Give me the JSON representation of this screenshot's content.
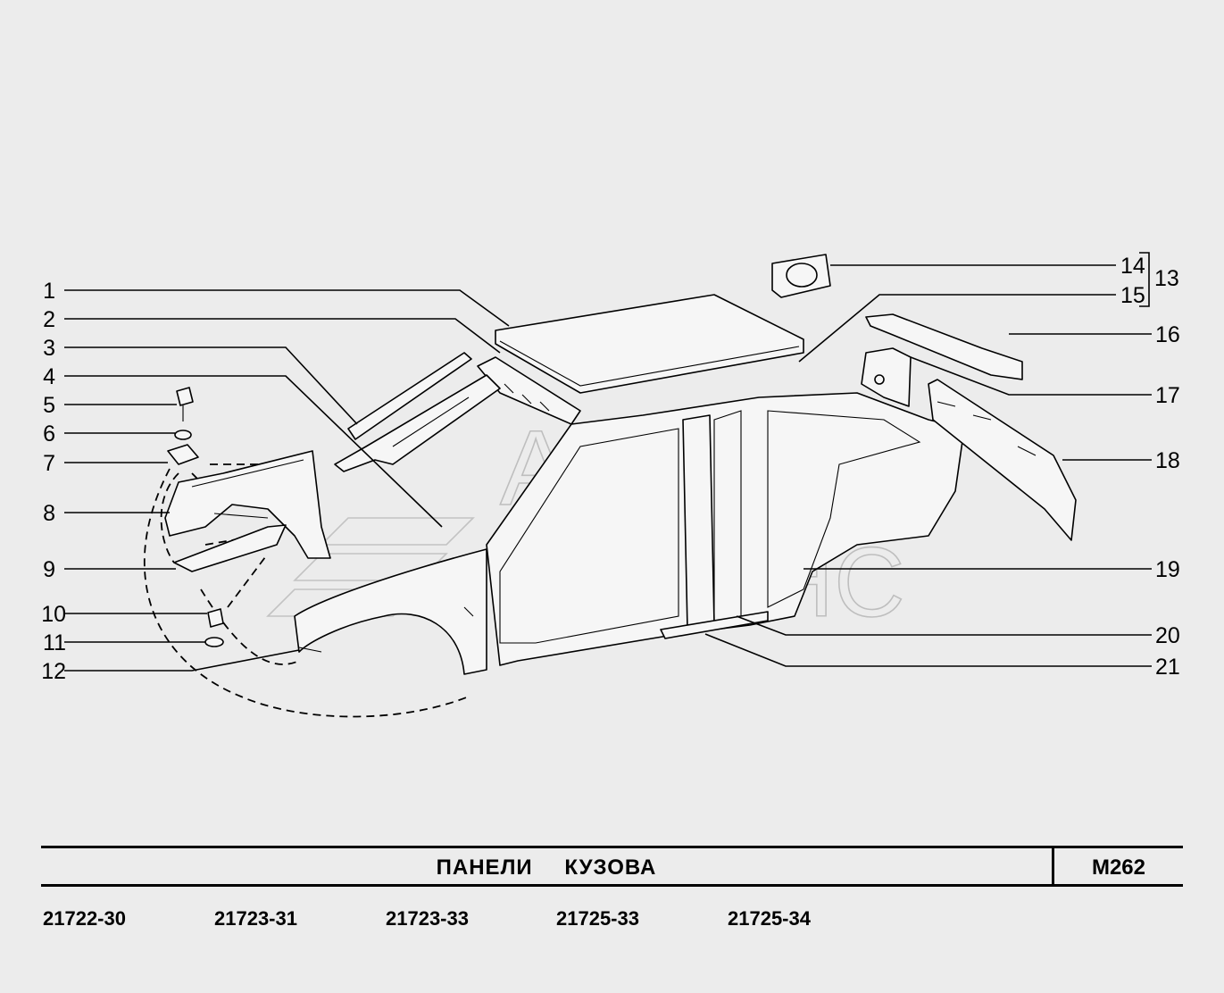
{
  "callouts": [
    "1",
    "2",
    "3",
    "4",
    "5",
    "6",
    "7",
    "8",
    "9",
    "10",
    "11",
    "12",
    "13",
    "14",
    "15",
    "16",
    "17",
    "18",
    "19",
    "20",
    "21"
  ],
  "title": {
    "word1": "ПАНЕЛИ",
    "word2": "КУЗОВА"
  },
  "sheet_code": "М262",
  "models": [
    "21722-30",
    "21723-31",
    "21723-33",
    "21725-33",
    "21725-34"
  ],
  "watermark": {
    "line1": "АВТО",
    "line2": "АЛЬЯНС"
  },
  "colors": {
    "background": "#ececec",
    "ink": "#000000",
    "watermark": "#9a9a9a"
  }
}
